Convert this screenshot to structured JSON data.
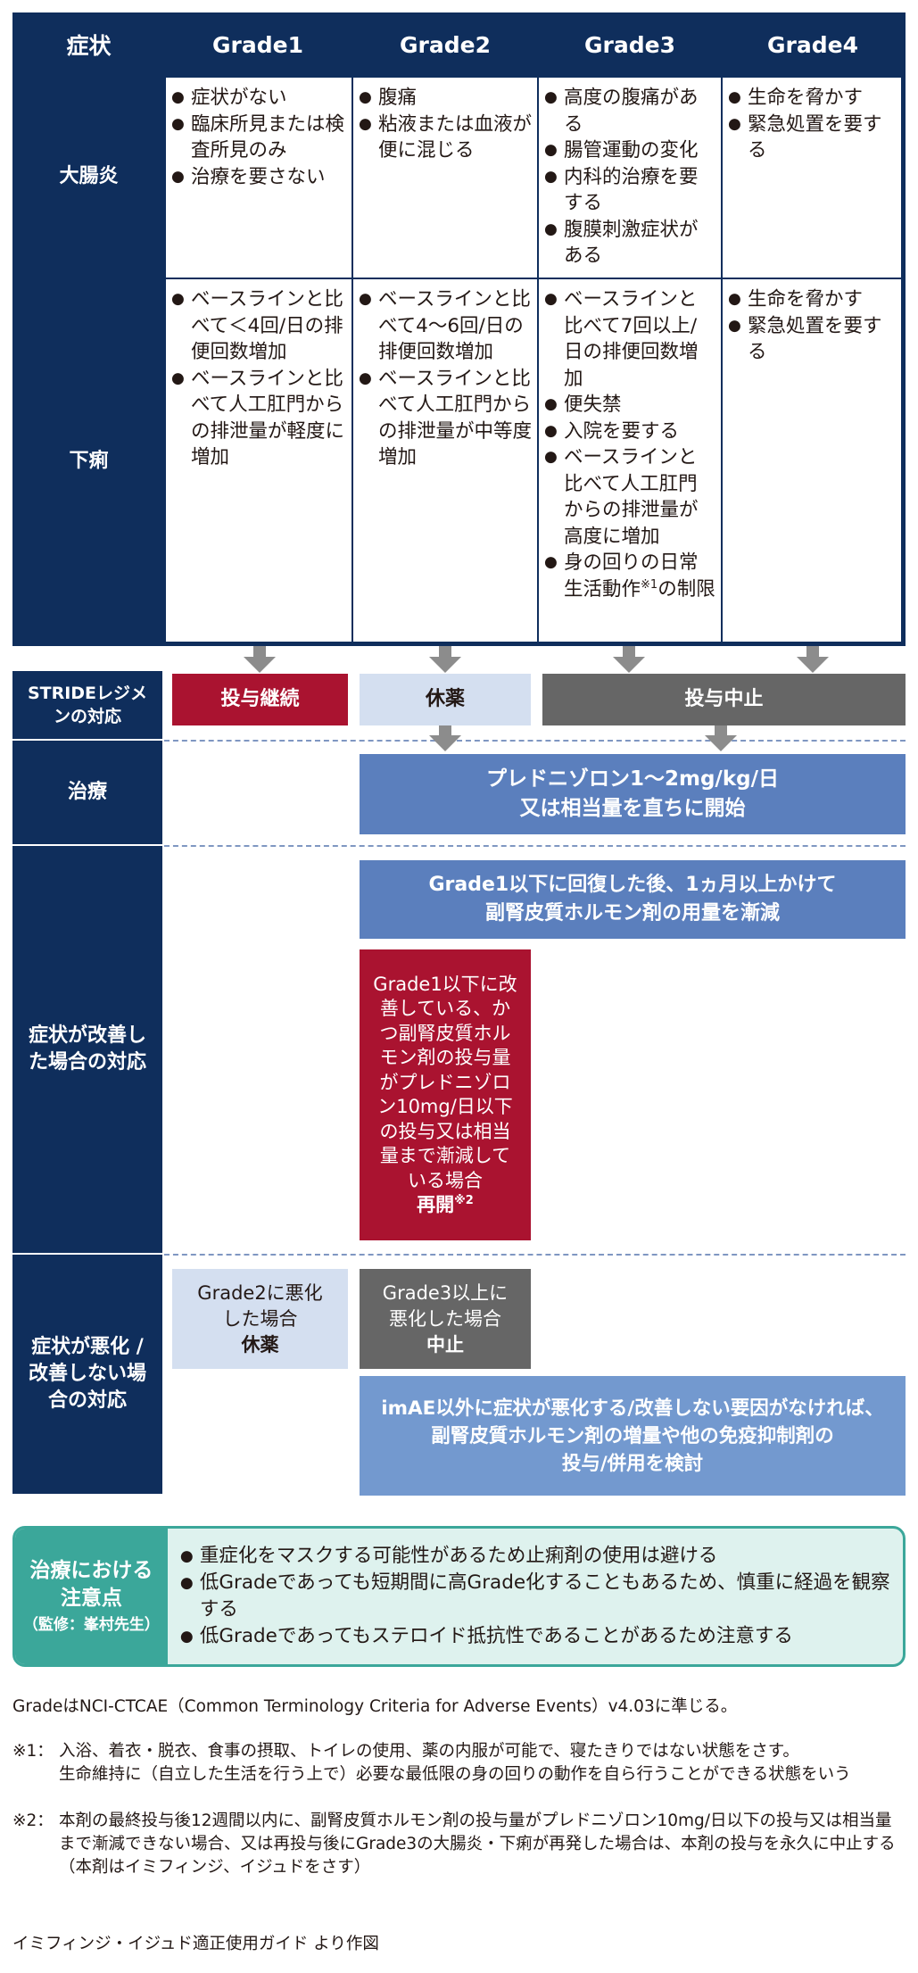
{
  "header": {
    "symptom": "症状",
    "grades": [
      "Grade1",
      "Grade2",
      "Grade3",
      "Grade4"
    ]
  },
  "colitis": {
    "label": "大腸炎",
    "g1": [
      "症状がない",
      "臨床所見または検査所見のみ",
      "治療を要さない"
    ],
    "g2": [
      "腹痛",
      "粘液または血液が便に混じる"
    ],
    "g3": [
      "高度の腹痛がある",
      "腸管運動の変化",
      "内科的治療を要する",
      "腹膜刺激症状がある"
    ],
    "g4": [
      "生命を脅かす",
      "緊急処置を要する"
    ]
  },
  "diarrhea": {
    "label": "下痢",
    "g1": [
      "ベースラインと比べて＜4回/日の排便回数増加",
      "ベースラインと比べて人工肛門からの排泄量が軽度に増加"
    ],
    "g2": [
      "ベースラインと比べて4～6回/日の排便回数増加",
      "ベースラインと比べて人工肛門からの排泄量が中等度増加"
    ],
    "g3": [
      "ベースラインと比べて7回以上/日の排便回数増加",
      "便失禁",
      "入院を要する",
      "ベースラインと比べて人工肛門からの排泄量が高度に増加"
    ],
    "g3_last_pre": "身の回りの日常生活動作",
    "g3_last_sup": "※1",
    "g3_last_post": "の制限",
    "g4": [
      "生命を脅かす",
      "緊急処置を要する"
    ]
  },
  "regimen": {
    "label": "STRIDEレジメンの対応",
    "continue": "投与継続",
    "hold": "休薬",
    "stop": "投与中止"
  },
  "treatment": {
    "label": "治療",
    "text": "プレドニゾロン1～2mg/kg/日\n又は相当量を直ちに開始"
  },
  "improved": {
    "label": "症状が改善した場合の対応",
    "taper": "Grade1以下に回復した後、1ヵ月以上かけて\n副腎皮質ホルモン剤の用量を漸減",
    "resume_cond": "Grade1以下に改善している、かつ副腎皮質ホルモン剤の投与量がプレドニゾロン10mg/日以下の投与又は相当量まで漸減している場合",
    "resume": "再開",
    "resume_sup": "※2"
  },
  "worsened": {
    "label": "症状が悪化 / 改善しない場合の対応",
    "g2_cond": "Grade2に悪化した場合",
    "g2_action": "休薬",
    "g3_cond": "Grade3以上に悪化した場合",
    "g3_action": "中止",
    "other": "imAE以外に症状が悪化する/改善しない要因がなければ、\n副腎皮質ホルモン剤の増量や他の免疫抑制剤の\n投与/併用を検討"
  },
  "notes": {
    "title": "治療における注意点",
    "supervisor": "（監修：峯村先生）",
    "items": [
      "重症化をマスクする可能性があるため止痢剤の使用は避ける",
      "低Gradeであっても短期間に高Grade化することもあるため、慎重に経過を観察する",
      "低Gradeであってもステロイド抵抗性であることがあるため注意する"
    ]
  },
  "footnotes": {
    "grade_basis": "GradeはNCI-CTCAE（Common Terminology Criteria for Adverse Events）v4.03に準じる。",
    "n1_mark": "※1：",
    "n1_a": "入浴、着衣・脱衣、食事の摂取、トイレの使用、薬の内服が可能で、寝たきりではない状態をさす。",
    "n1_b": "生命維持に（自立した生活を行う上で）必要な最低限の身の回りの動作を自ら行うことができる状態をいう",
    "n2_mark": "※2：",
    "n2_a": "本剤の最終投与後12週間以内に、副腎皮質ホルモン剤の投与量がプレドニゾロン10mg/日以下の投与又は相当量まで漸減できない場合、又は再投与後にGrade3の大腸炎・下痢が再発した場合は、本剤の投与を永久に中止する",
    "n2_b": "（本剤はイミフィンジ、イジュドをさす）",
    "source": "イミフィンジ・イジュド適正使用ガイド より作図"
  }
}
